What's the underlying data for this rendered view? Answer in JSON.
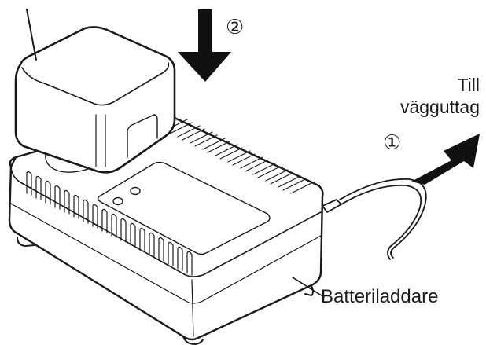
{
  "diagram": {
    "type": "instructional-line-art",
    "subject": "battery-charger-insertion",
    "labels": {
      "outlet_line1": "Till",
      "outlet_line2": "vägguttag",
      "charger": "Batteriladdare"
    },
    "steps": {
      "step1": "①",
      "step2": "②"
    },
    "colors": {
      "line": "#1a1a1a",
      "fill": "#ffffff",
      "arrow": "#111111",
      "text": "#1a1a1a"
    }
  }
}
